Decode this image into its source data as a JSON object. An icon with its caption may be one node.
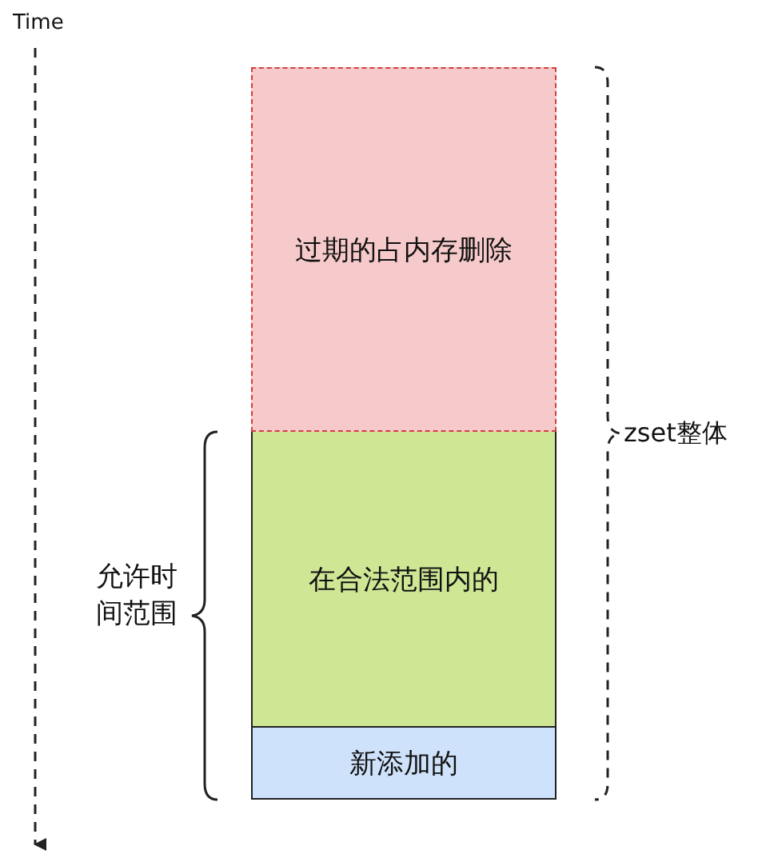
{
  "diagram": {
    "nodes": [
      {
        "text": [
          "过期的占内存删除"
        ]
      },
      {
        "text": [
          "在合法范围内的"
        ]
      },
      {
        "text": [
          "新添加的"
        ]
      }
    ],
    "labels": [
      "Time",
      "zset整体",
      "允许时间范围"
    ]
  }
}
